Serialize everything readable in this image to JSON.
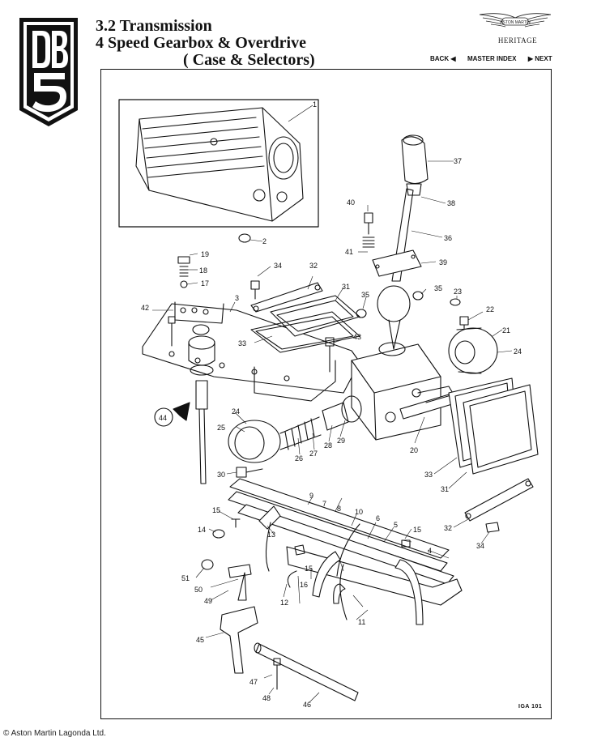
{
  "header": {
    "title_line1": "3.2 Transmission",
    "title_line2": "4 Speed Gearbox & Overdrive",
    "title_line3": "( Case & Selectors)"
  },
  "logo": {
    "text": "DB5"
  },
  "brand": {
    "name": "ASTON MARTIN",
    "subtitle": "HERITAGE"
  },
  "nav": {
    "back": "BACK",
    "master_index": "MASTER INDEX",
    "next": "NEXT"
  },
  "diagram": {
    "plate_ref": "IGA 101",
    "callouts": [
      "1",
      "2",
      "3",
      "4",
      "5",
      "6",
      "7",
      "8",
      "9",
      "10",
      "11",
      "12",
      "13",
      "14",
      "15",
      "16",
      "17",
      "18",
      "19",
      "20",
      "21",
      "22",
      "23",
      "24",
      "25",
      "26",
      "27",
      "28",
      "29",
      "30",
      "31",
      "32",
      "33",
      "34",
      "35",
      "36",
      "37",
      "38",
      "39",
      "40",
      "41",
      "42",
      "43",
      "44",
      "45",
      "46",
      "47",
      "48",
      "49",
      "50",
      "51"
    ]
  },
  "footer": {
    "copyright": "© Aston Martin Lagonda Ltd."
  }
}
